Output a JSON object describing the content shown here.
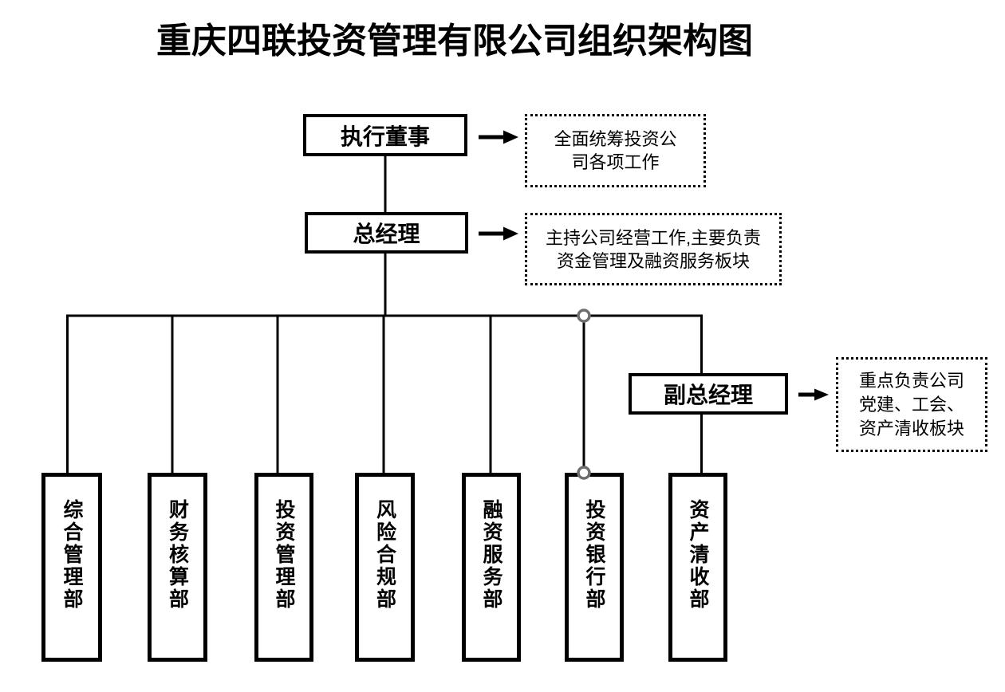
{
  "title": "重庆四联投资管理有限公司组织架构图",
  "nodes": {
    "executive_director": {
      "label": "执行董事",
      "note": "全面统筹投资公\n司各项工作"
    },
    "general_manager": {
      "label": "总经理",
      "note": "主持公司经营工作,主要负责\n资金管理及融资服务板块"
    },
    "deputy_general_manager": {
      "label": "副总经理",
      "note": "重点负责公司\n党建、工会、\n资产清收板块"
    }
  },
  "departments": [
    {
      "label": "综合管理部"
    },
    {
      "label": "财务核算部"
    },
    {
      "label": "投资管理部"
    },
    {
      "label": "风险合规部"
    },
    {
      "label": "融资服务部"
    },
    {
      "label": "投资银行部"
    },
    {
      "label": "资产清收部"
    }
  ],
  "colors": {
    "line": "#000000",
    "text": "#000000",
    "background": "#ffffff",
    "connector_node": "#6e6e6e"
  }
}
